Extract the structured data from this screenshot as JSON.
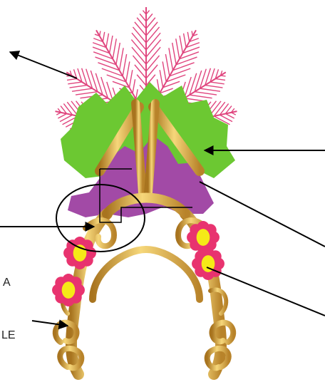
{
  "labels": {
    "left_a": "A",
    "left_le": "LE"
  },
  "colors": {
    "feather": "#e0457e",
    "leaf": "#6cc832",
    "gold": "#e0b043",
    "gold_dark": "#9a6a20",
    "purple": "#a24aa6",
    "flower": "#e8336f",
    "flower_center": "#f5ea17",
    "line": "#000000"
  },
  "icons": [
    "feather-fan",
    "leaf",
    "purple-cloth",
    "golden-frame",
    "flower",
    "pointer-arrow",
    "circle-callout"
  ]
}
